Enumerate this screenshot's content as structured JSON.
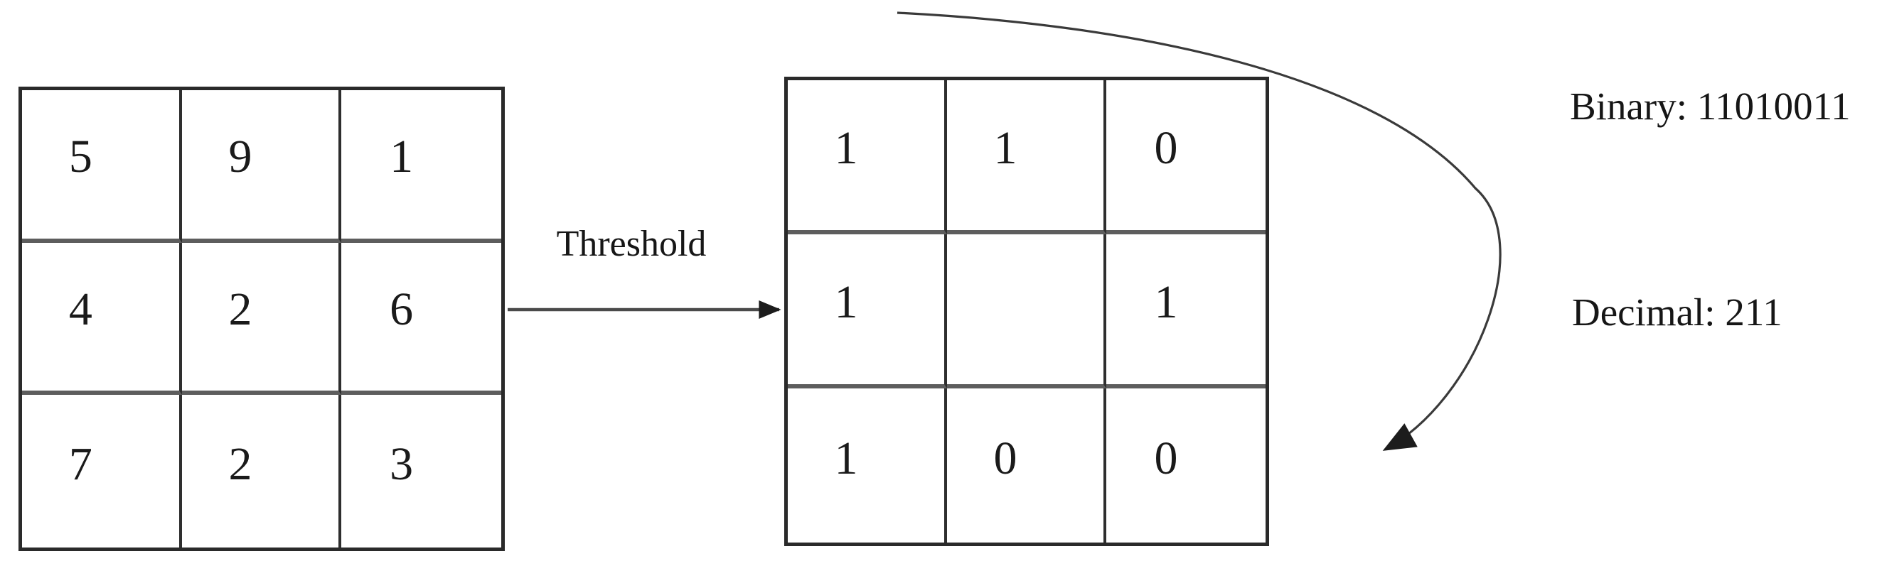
{
  "diagram": {
    "input_grid": [
      [
        "5",
        "9",
        "1"
      ],
      [
        "4",
        "2",
        "6"
      ],
      [
        "7",
        "2",
        "3"
      ]
    ],
    "output_grid": [
      [
        "1",
        "1",
        "0"
      ],
      [
        "1",
        "",
        "1"
      ],
      [
        "1",
        "0",
        "0"
      ]
    ],
    "threshold_label": "Threshold",
    "binary_text": "Binary: 11010011",
    "decimal_text": "Decimal: 211",
    "ink_color": "#1c1c1c"
  }
}
